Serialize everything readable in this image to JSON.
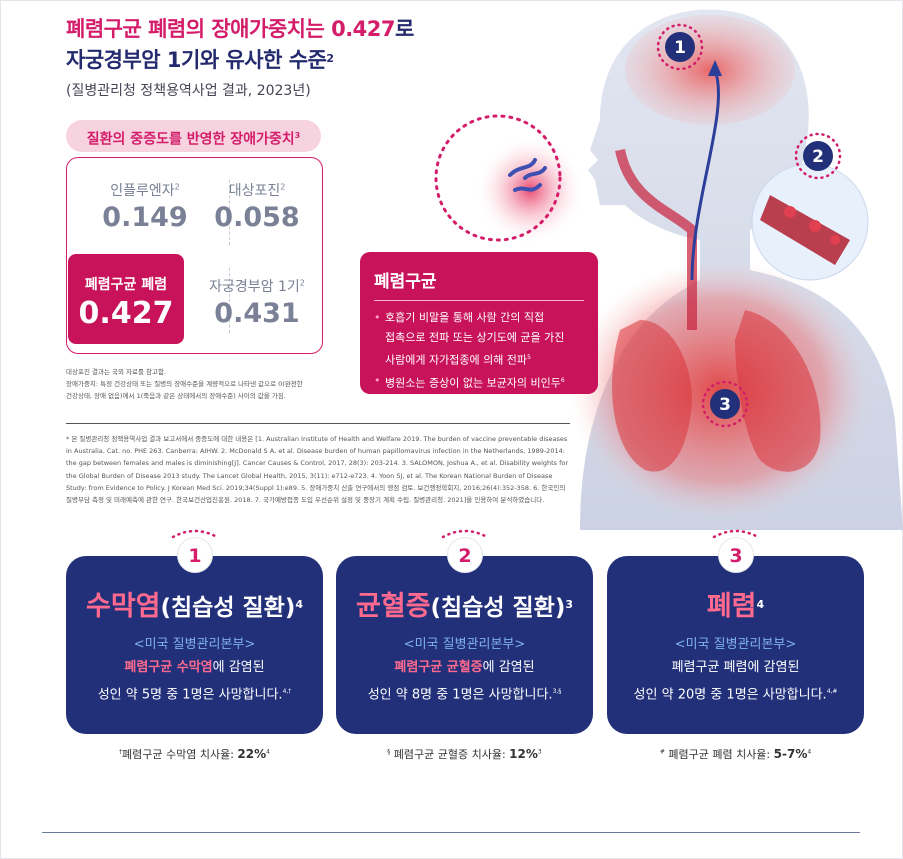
{
  "title": {
    "line1_pink": "폐렴구균 폐렴의 장애가중치는 0.427",
    "line1_end": "로",
    "line2": "자궁경부암 1기와 유사한 수준",
    "line2_sup": "2"
  },
  "subtitle": "(질병관리청 정책용역사업 결과, 2023년)",
  "weights": {
    "header": "질환의 중증도를 반영한 장애가중치",
    "header_sup": "3",
    "items": [
      {
        "label": "인플루엔자",
        "sup": "2",
        "value": "0.149"
      },
      {
        "label": "대상포진",
        "sup": "2",
        "value": "0.058"
      },
      {
        "label": "폐렴구균 폐렴",
        "sup": "",
        "value": "0.427"
      },
      {
        "label": "자궁경부암 1기",
        "sup": "2",
        "value": "0.431"
      }
    ]
  },
  "notes": [
    "대상포진 결과는 국외 자료를 참고함.",
    "장애가중치: 특정 건강상태 또는 질병의 장애수준을 계량적으로 나타낸 값으로 0(완전한",
    "건강상태, 장애 없음)에서 1(죽음과 같은 상태에서의 장애수준) 사이의 값을 가짐."
  ],
  "references": "* 본 질병관리청 정책용역사업 결과 보고서에서 중증도에 대한 내용은 [1. Australian Institute of Health and Welfare 2019. The burden of vaccine preventable diseases in Australia. Cat. no. PHE 263. Canberra: AIHW. 2. McDonald S A, et al. Disease burden of human papillomavirus infection in the Netherlands, 1989-2014: the gap between females and males is diminishing[J]. Cancer Causes & Control, 2017, 28(3): 203-214. 3. SALOMON, Joshua A., et al. Disability weights for the Global Burden of Disease 2013 study. The Lancet Global Health, 2015, 3(11): e712-e723. 4. Yoon SJ, et al. The Korean National Burden of Disease Study: from Evidence to Policy. J Korean Med Sci. 2019;34(Suppl 1):e89. 5. 장애가중치 산출 연구에서의 쟁점 검토. 보건행정학회지, 2016;26(4):352-358. 6. 한국인의 질병부담 측정 및 미래예측에 관한 연구. 한국보건산업진흥원. 2018. 7. 국가예방접종 도입 우선순위 설정 및 중장기 계획 수립. 질병관리청. 2021]을 인용하여 분석하였습니다.",
  "infobox": {
    "title": "폐렴구균",
    "bullet1_a": "호흡기 비말을 통해 사람 간의 직접",
    "bullet1_b": "접촉으로 전파 또는 상기도에 균을 가진",
    "bullet1_c": "사람에게 자가접종에 의해 전파",
    "bullet1_sup": "5",
    "bullet2": "병원소는 증상이 없는 보균자의 비인두",
    "bullet2_sup": "6"
  },
  "markers": [
    "1",
    "2",
    "3"
  ],
  "cards": [
    {
      "number": "1",
      "name": "수막염",
      "paren": "(침습성 질환)",
      "sup": "4",
      "org": "<미국 질병관리본부>",
      "hl": "폐렴구균 수막염",
      "rest": "에 감염된",
      "line2": "성인 약 5명 중 1명은 사망합니다.",
      "line2_sup": "4,†",
      "foot_mark": "†",
      "foot_label": "폐렴구균 수막염 치사율: ",
      "foot_value": "22%",
      "foot_sup": "4"
    },
    {
      "number": "2",
      "name": "균혈증",
      "paren": "(침습성 질환)",
      "sup": "3",
      "org": "<미국 질병관리본부>",
      "hl": "폐렴구균 균혈증",
      "rest": "에 감염된",
      "line2": "성인 약 8명 중 1명은 사망합니다.",
      "line2_sup": "3,§",
      "foot_mark": "§",
      "foot_label": " 폐렴구균 균혈증 치사율: ",
      "foot_value": "12%",
      "foot_sup": "3"
    },
    {
      "number": "3",
      "name": "폐렴",
      "paren": "",
      "sup": "4",
      "org": "<미국 질병관리본부>",
      "hl": "",
      "rest": "폐렴구균 폐렴에 감염된",
      "line2": "성인 약 20명 중 1명은 사망합니다.",
      "line2_sup": "4,#",
      "foot_mark": "#",
      "foot_label": " 폐렴구균 폐렴 치사율: ",
      "foot_value": "5-7%",
      "foot_sup": "4"
    }
  ],
  "colors": {
    "pink": "#d41d6a",
    "navy": "#22307a",
    "light_pink": "#f7d3e0",
    "gray_text": "#7a8196"
  }
}
